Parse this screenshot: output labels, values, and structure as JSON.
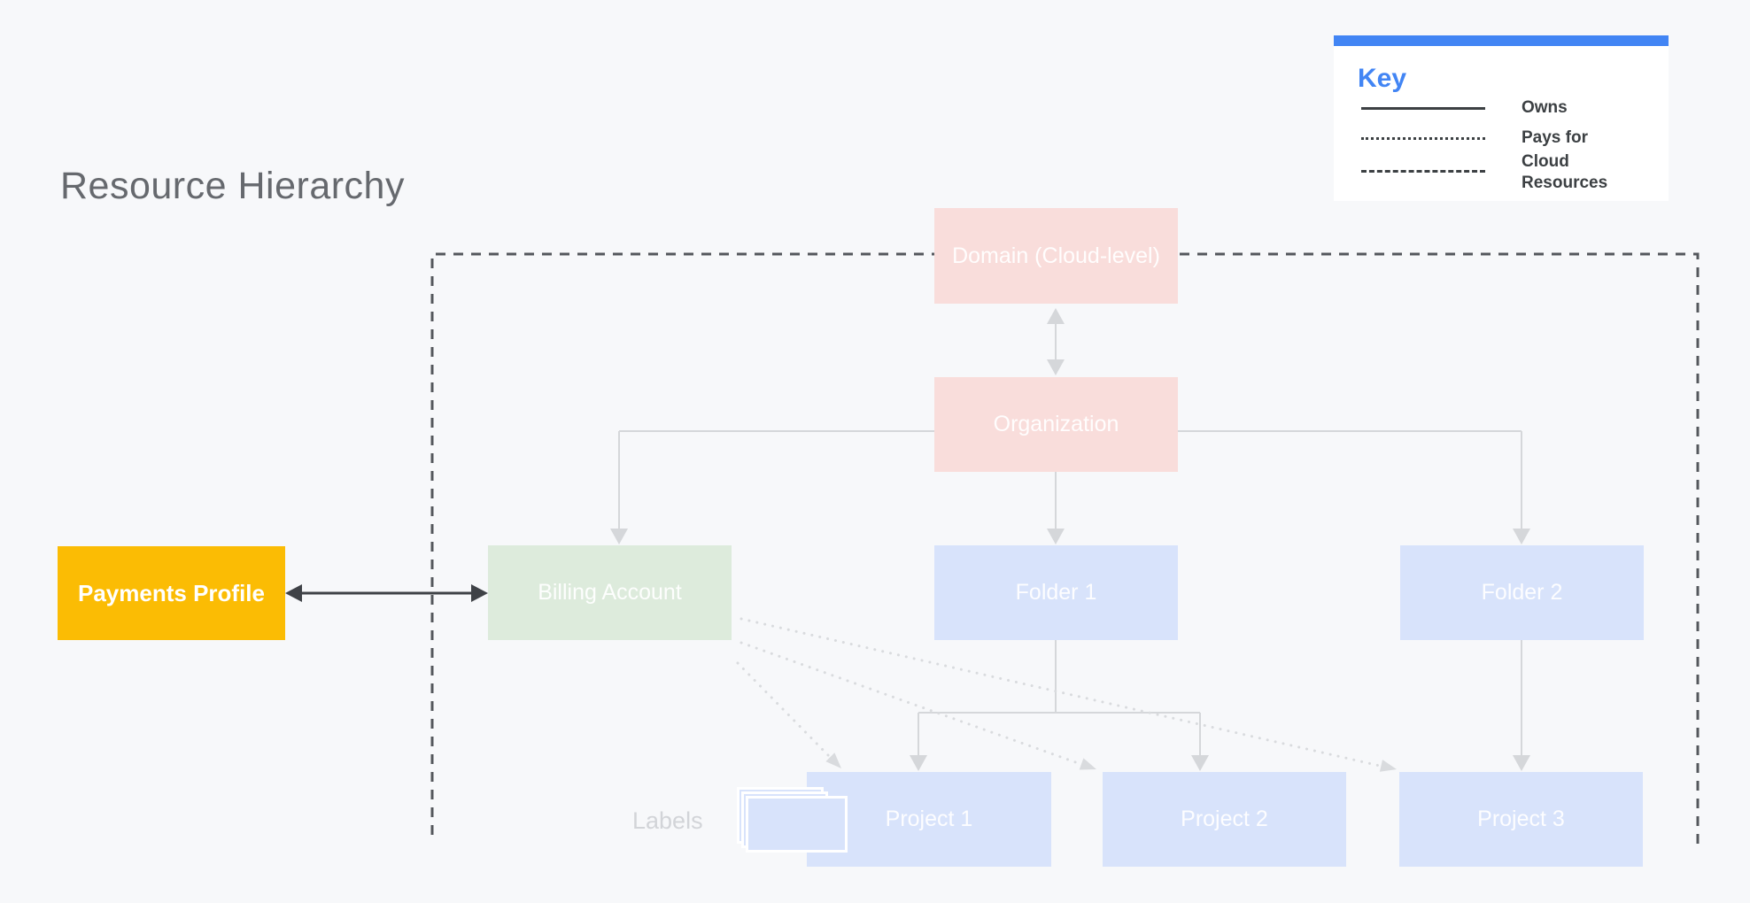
{
  "title": "Resource Hierarchy",
  "legend": {
    "heading": "Key",
    "items": [
      {
        "style": "solid",
        "label": "Owns"
      },
      {
        "style": "dotted",
        "label": "Pays for"
      },
      {
        "style": "dashed",
        "label": "Cloud Resources"
      }
    ]
  },
  "nodes": {
    "domain": "Domain (Cloud-level)",
    "organization": "Organization",
    "billing_account": "Billing Account",
    "folder1": "Folder 1",
    "folder2": "Folder 2",
    "project1": "Project 1",
    "project2": "Project 2",
    "project3": "Project 3",
    "payments_profile": "Payments Profile"
  },
  "annotations": {
    "labels_caption": "Labels"
  },
  "colors": {
    "background": "#F7F8FA",
    "domain_fill": "#F9DDDB",
    "billing_fill": "#DDEBDC",
    "folder_fill": "#D8E3FB",
    "payments_fill": "#FBBC04",
    "accent_blue": "#4285F4",
    "legend_text": "#3C4043",
    "title_text": "#66696E",
    "connector_gray": "#D5D7DA",
    "pays_dotted": "#D9DBDE",
    "boundary_dark": "#54575C",
    "dark_arrow": "#3F4247",
    "labels_caption_text": "#D2D4D8"
  }
}
